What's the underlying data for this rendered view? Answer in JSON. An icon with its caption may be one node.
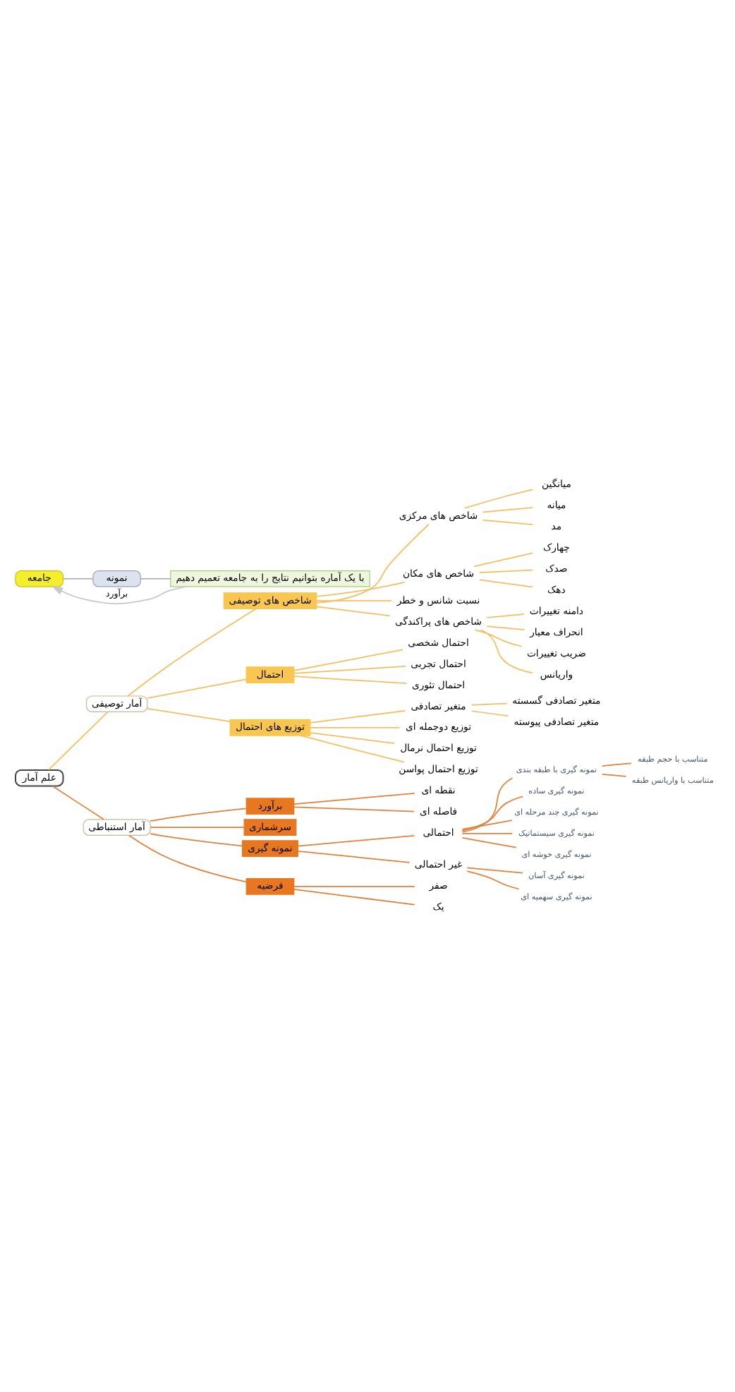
{
  "diagram": {
    "nodes": [
      {
        "text": [
          "علم آمار"
        ]
      },
      {
        "text": [
          "آمار توصیفی"
        ]
      },
      {
        "text": [
          "شاخص های توصیفی"
        ]
      },
      {
        "text": [
          "شاخص های مرکزی"
        ]
      },
      {
        "text": [
          "میانگین"
        ]
      },
      {
        "text": [
          "میانه"
        ]
      },
      {
        "text": [
          "مد"
        ]
      },
      {
        "text": [
          "شاخص های مکان"
        ]
      },
      {
        "text": [
          "چهارک"
        ]
      },
      {
        "text": [
          "صدک"
        ]
      },
      {
        "text": [
          "دهک"
        ]
      },
      {
        "text": [
          "نسبت شانس و خطر"
        ]
      },
      {
        "text": [
          "شاخص های پراکندگی"
        ]
      },
      {
        "text": [
          "دامنه تغییرات"
        ]
      },
      {
        "text": [
          "انحراف معیار"
        ]
      },
      {
        "text": [
          "ضریب تغییرات"
        ]
      },
      {
        "text": [
          "واریانس"
        ]
      },
      {
        "text": [
          "احتمال"
        ]
      },
      {
        "text": [
          "احتمال شخصی"
        ]
      },
      {
        "text": [
          "احتمال تجربی"
        ]
      },
      {
        "text": [
          "احتمال تئوری"
        ]
      },
      {
        "text": [
          "توزیع های احتمال"
        ]
      },
      {
        "text": [
          "متغیر تصادفی"
        ]
      },
      {
        "text": [
          "متغیر تصادفی گسسته"
        ]
      },
      {
        "text": [
          "متغیر تصادفی پیوسته"
        ]
      },
      {
        "text": [
          "توزیع دوجمله ای"
        ]
      },
      {
        "text": [
          "توزیع احتمال نرمال"
        ]
      },
      {
        "text": [
          "توزیع احتمال پواسن"
        ]
      },
      {
        "text": [
          "آمار استنباطی"
        ]
      },
      {
        "text": [
          "برآورد"
        ]
      },
      {
        "text": [
          "نقطه ای"
        ]
      },
      {
        "text": [
          "فاصله ای"
        ]
      },
      {
        "text": [
          "سرشماری"
        ]
      },
      {
        "text": [
          "نمونه گیری"
        ]
      },
      {
        "text": [
          "احتمالی"
        ]
      },
      {
        "text": [
          "نمونه گیری با طبقه بندی"
        ]
      },
      {
        "text": [
          "متناسب با حجم طبقه"
        ]
      },
      {
        "text": [
          "متناسب با واریانس طبقه"
        ]
      },
      {
        "text": [
          "نمونه گیری ساده"
        ]
      },
      {
        "text": [
          "نمونه گیری چند مرحله ای"
        ]
      },
      {
        "text": [
          "نمونه گیری سیستماتیک"
        ]
      },
      {
        "text": [
          "نمونه گیری خوشه ای"
        ]
      },
      {
        "text": [
          "غیر احتمالی"
        ]
      },
      {
        "text": [
          "نمونه گیری آسان"
        ]
      },
      {
        "text": [
          "نمونه گیری سهمیه ای"
        ]
      },
      {
        "text": [
          "فرضیه"
        ]
      },
      {
        "text": [
          "صفر"
        ]
      },
      {
        "text": [
          "یک"
        ]
      },
      {
        "text": [
          "جامعه"
        ]
      },
      {
        "text": [
          "نمونه"
        ]
      },
      {
        "text": [
          "با یک آماره بتوانیم نتایج را به جامعه تعمیم دهیم"
        ]
      }
    ],
    "edges": [
      {
        "from": 0,
        "to": 1,
        "arrow": "none"
      },
      {
        "from": 1,
        "to": 2,
        "arrow": "none"
      },
      {
        "from": 2,
        "to": 3,
        "arrow": "none"
      },
      {
        "from": 3,
        "to": 4,
        "arrow": "none"
      },
      {
        "from": 3,
        "to": 5,
        "arrow": "none"
      },
      {
        "from": 3,
        "to": 6,
        "arrow": "none"
      },
      {
        "from": 2,
        "to": 7,
        "arrow": "none"
      },
      {
        "from": 7,
        "to": 8,
        "arrow": "none"
      },
      {
        "from": 7,
        "to": 9,
        "arrow": "none"
      },
      {
        "from": 7,
        "to": 10,
        "arrow": "none"
      },
      {
        "from": 2,
        "to": 11,
        "arrow": "none"
      },
      {
        "from": 2,
        "to": 12,
        "arrow": "none"
      },
      {
        "from": 12,
        "to": 13,
        "arrow": "none"
      },
      {
        "from": 12,
        "to": 14,
        "arrow": "none"
      },
      {
        "from": 12,
        "to": 15,
        "arrow": "none"
      },
      {
        "from": 12,
        "to": 16,
        "arrow": "none"
      },
      {
        "from": 1,
        "to": 17,
        "arrow": "none"
      },
      {
        "from": 17,
        "to": 18,
        "arrow": "none"
      },
      {
        "from": 17,
        "to": 19,
        "arrow": "none"
      },
      {
        "from": 17,
        "to": 20,
        "arrow": "none"
      },
      {
        "from": 1,
        "to": 21,
        "arrow": "none"
      },
      {
        "from": 21,
        "to": 22,
        "arrow": "none"
      },
      {
        "from": 22,
        "to": 23,
        "arrow": "none"
      },
      {
        "from": 22,
        "to": 24,
        "arrow": "none"
      },
      {
        "from": 21,
        "to": 25,
        "arrow": "none"
      },
      {
        "from": 21,
        "to": 26,
        "arrow": "none"
      },
      {
        "from": 21,
        "to": 27,
        "arrow": "none"
      },
      {
        "from": 0,
        "to": 28,
        "arrow": "none",
        "color": "#e0823c"
      },
      {
        "from": 28,
        "to": 29,
        "arrow": "none",
        "color": "#e0823c"
      },
      {
        "from": 29,
        "to": 30,
        "arrow": "none",
        "color": "#e0823c"
      },
      {
        "from": 29,
        "to": 31,
        "arrow": "none",
        "color": "#e0823c"
      },
      {
        "from": 28,
        "to": 32,
        "arrow": "none",
        "color": "#e0823c"
      },
      {
        "from": 28,
        "to": 33,
        "arrow": "none",
        "color": "#e0823c"
      },
      {
        "from": 33,
        "to": 34,
        "arrow": "none",
        "color": "#e0823c"
      },
      {
        "from": 34,
        "to": 35,
        "arrow": "none",
        "color": "#e0823c"
      },
      {
        "from": 35,
        "to": 36,
        "arrow": "none",
        "color": "#e0823c"
      },
      {
        "from": 35,
        "to": 37,
        "arrow": "none",
        "color": "#e0823c"
      },
      {
        "from": 34,
        "to": 38,
        "arrow": "none",
        "color": "#e0823c"
      },
      {
        "from": 34,
        "to": 39,
        "arrow": "none",
        "color": "#e0823c"
      },
      {
        "from": 34,
        "to": 40,
        "arrow": "none",
        "color": "#e0823c"
      },
      {
        "from": 34,
        "to": 41,
        "arrow": "none",
        "color": "#e0823c"
      },
      {
        "from": 33,
        "to": 42,
        "arrow": "none",
        "color": "#e0823c"
      },
      {
        "from": 42,
        "to": 43,
        "arrow": "none",
        "color": "#e0823c"
      },
      {
        "from": 42,
        "to": 44,
        "arrow": "none",
        "color": "#e0823c"
      },
      {
        "from": 28,
        "to": 45,
        "arrow": "none",
        "color": "#e0823c"
      },
      {
        "from": 45,
        "to": 46,
        "arrow": "none",
        "color": "#e0823c"
      },
      {
        "from": 45,
        "to": 47,
        "arrow": "none",
        "color": "#e0823c"
      },
      {
        "from": 48,
        "to": 49,
        "arrow": "none",
        "color": "#b0b0b0"
      },
      {
        "from": 49,
        "to": 50,
        "arrow": "none",
        "color": "#b0b0b0"
      },
      {
        "from": 50,
        "to": 48,
        "arrow": "to",
        "label": "برآورد",
        "color": "#c8c8c8"
      }
    ]
  }
}
